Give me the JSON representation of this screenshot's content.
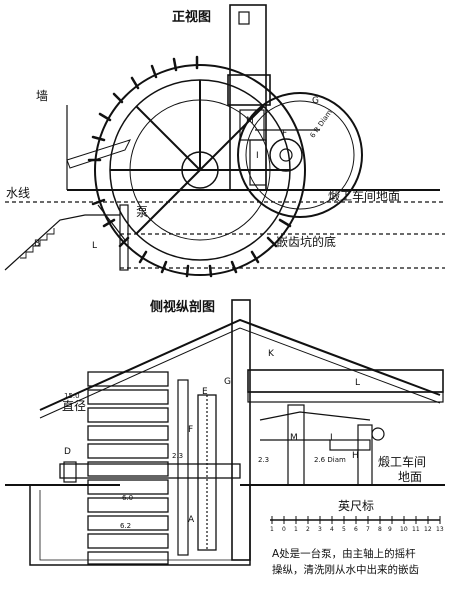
{
  "front_view": {
    "title": "正视图",
    "wall_label": "墙",
    "waterline_label": "水线",
    "pump_label": "泵",
    "floor_label": "煅工车间地面",
    "pit_label": "嵌齿坑的底",
    "letters": {
      "g": "G",
      "m": "M",
      "f": "F",
      "i": "I",
      "b": "B",
      "l": "L",
      "diam": "6 ft Diam"
    }
  },
  "side_view": {
    "title": "侧视纵剖图",
    "diameter_label": "直径",
    "floor_label_line1": "煅工车间",
    "floor_label_line2": "地面",
    "letters": {
      "k": "K",
      "l": "L",
      "m": "M",
      "i": "I",
      "h": "H",
      "e": "E",
      "g": "G",
      "f": "F",
      "a": "A",
      "d": "D",
      "diam": "2.6 Diam"
    },
    "dims": {
      "d1": "15.0",
      "d2": "2.3",
      "d3": "6.0",
      "d4": "6.2",
      "d5": "2.3"
    }
  },
  "scale": {
    "label": "英尺标",
    "ticks": [
      "1",
      "0",
      "1",
      "2",
      "3",
      "4",
      "5",
      "6",
      "7",
      "8",
      "9",
      "10",
      "11",
      "12",
      "13"
    ]
  },
  "caption": {
    "line1": "A处是一台泵，由主轴上的摇杆",
    "line2": "操纵，清洗刚从水中出来的嵌齿"
  }
}
